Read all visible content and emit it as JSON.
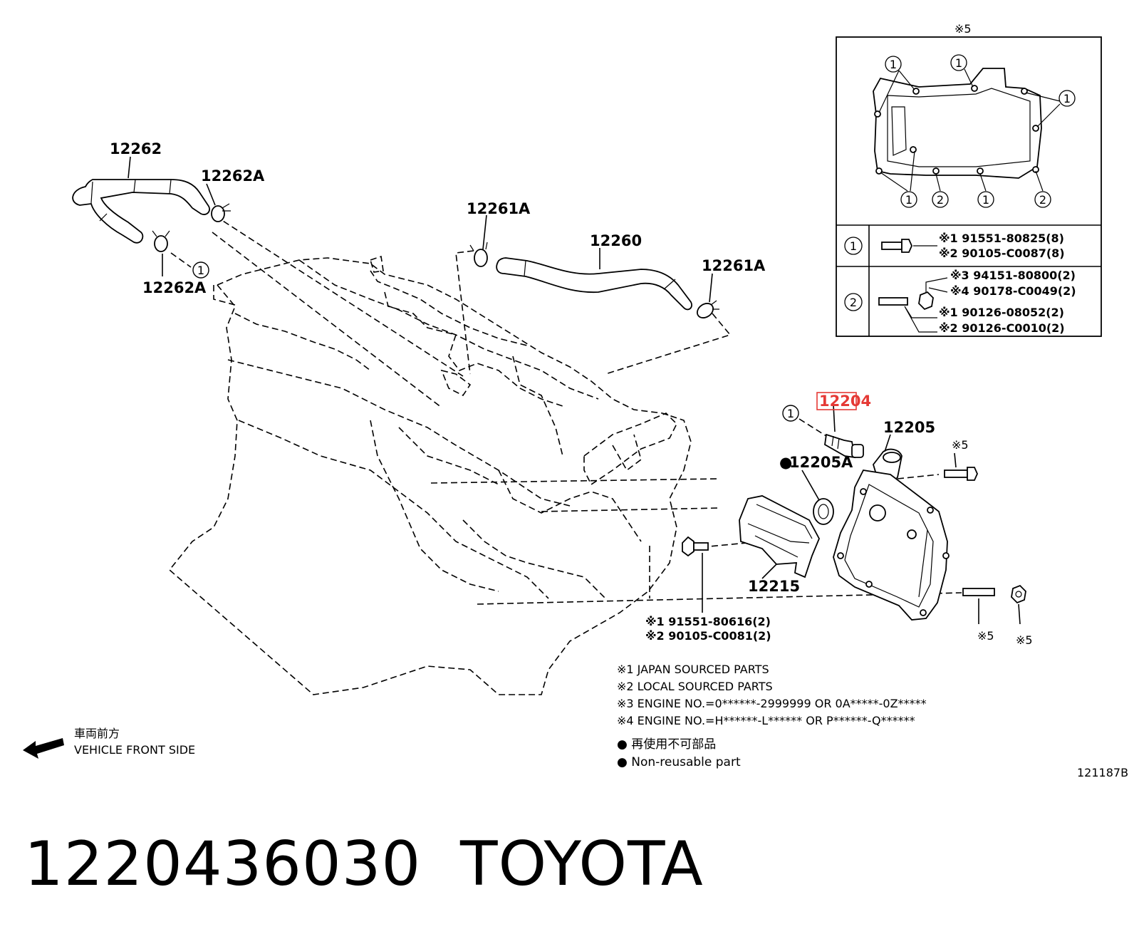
{
  "diagram": {
    "parts": {
      "hose_upper": "12262",
      "clamp_upper_right": "12262A",
      "clamp_upper_left": "12262A",
      "clamp_mid_left": "12261A",
      "hose_mid": "12260",
      "clamp_mid_right": "12261A",
      "highlighted": "12204",
      "cap_part": "12205",
      "oring": "12205A",
      "separator": "12215"
    },
    "marker_oring": "●",
    "callout_1": "1",
    "callout_2": "2",
    "inset": {
      "ref_mark": "※5",
      "row1_lines": [
        "※1 91551-80825(8)",
        "※2 90105-C0087(8)"
      ],
      "row2_lines": [
        "※3 94151-80800(2)",
        "※4 90178-C0049(2)",
        "※1 90126-08052(2)",
        "※2 90126-C0010(2)"
      ]
    },
    "ref5_bolt_top": "※5",
    "ref5_stud": "※5",
    "ref5_nut": "※5",
    "bolt_12215_lines": [
      "※1 91551-80616(2)",
      "※2 90105-C0081(2)"
    ],
    "notes": [
      "※1 JAPAN SOURCED PARTS",
      "※2 LOCAL SOURCED PARTS",
      "※3 ENGINE NO.=0******-2999999 OR 0A*****-0Z*****",
      "※4 ENGINE NO.=H******-L****** OR P******-Q******"
    ],
    "legend": [
      "● 再使用不可部品",
      "● Non-reusable part"
    ],
    "front_jp": "車両前方",
    "front_en": "VEHICLE FRONT SIDE",
    "illustration_code": "121187B",
    "highlight_color": "#e53935"
  },
  "caption": {
    "part_number": "1220436030",
    "brand": "TOYOTA"
  }
}
